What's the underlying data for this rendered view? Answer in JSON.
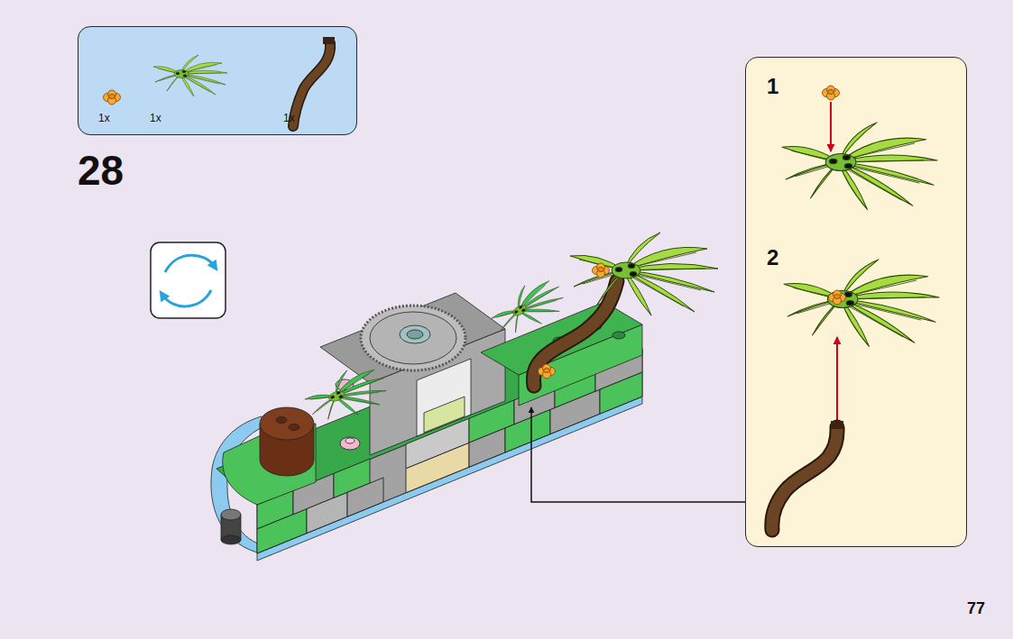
{
  "diagram": {
    "nodes": [
      {
        "text": [
          "1x",
          "1x",
          "1x"
        ]
      },
      {
        "text": [
          "1",
          "2"
        ]
      }
    ],
    "labels": [
      "28",
      "77"
    ]
  }
}
